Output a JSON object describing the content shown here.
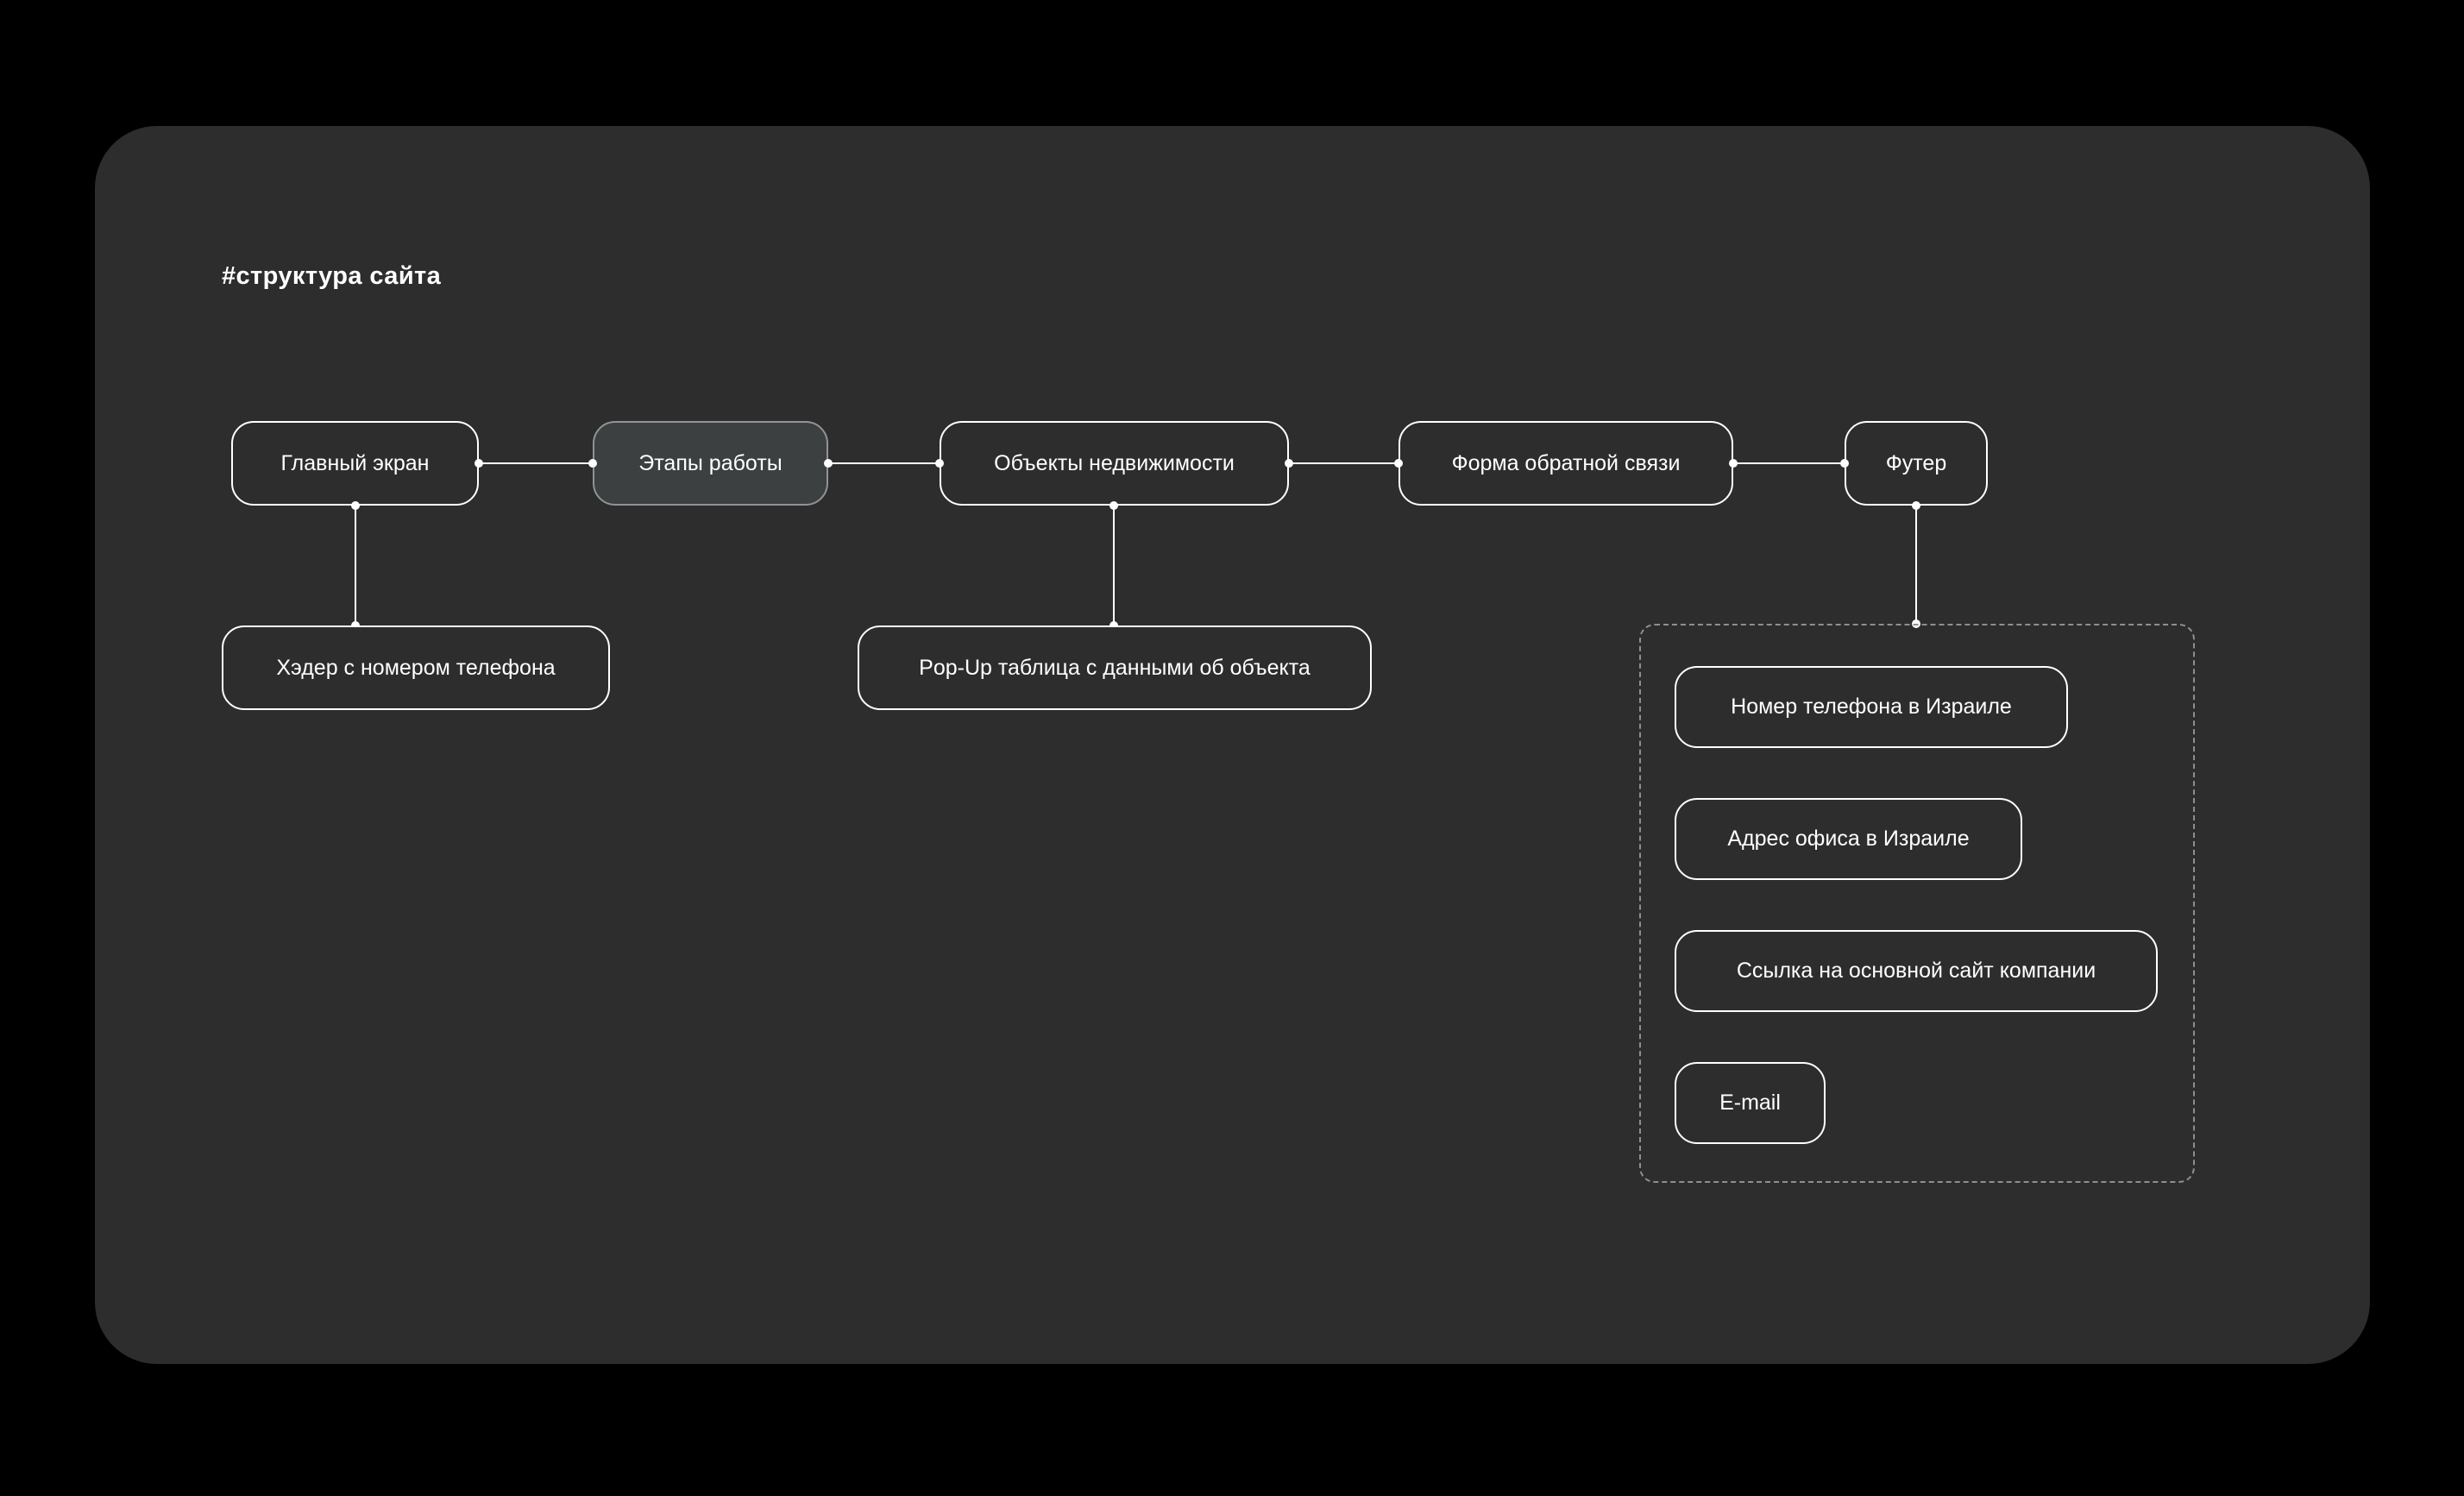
{
  "title": "#структура сайта",
  "palette": {
    "page_background": "#000000",
    "canvas_background": "#2d2d2d",
    "node_border": "#ffffff",
    "node_text": "#ffffff",
    "muted_node_background": "#3d4040",
    "muted_node_border": "#8f9494",
    "connector": "#ffffff",
    "group_border": "#8f8f8f"
  },
  "nodes": {
    "main_screen": {
      "label": "Главный экран"
    },
    "work_stages": {
      "label": "Этапы работы"
    },
    "real_estate_objects": {
      "label": "Объекты недвижимости"
    },
    "feedback_form": {
      "label": "Форма обратной связи"
    },
    "footer": {
      "label": "Футер"
    },
    "header_phone": {
      "label": "Хэдер с номером телефона"
    },
    "popup_table": {
      "label": "Pop-Up таблица с данными об объекта"
    },
    "footer_children": [
      {
        "label": "Номер телефона в Израиле"
      },
      {
        "label": "Адрес офиса в Израиле"
      },
      {
        "label": "Ссылка на основной сайт компании"
      },
      {
        "label": "E-mail"
      }
    ]
  }
}
